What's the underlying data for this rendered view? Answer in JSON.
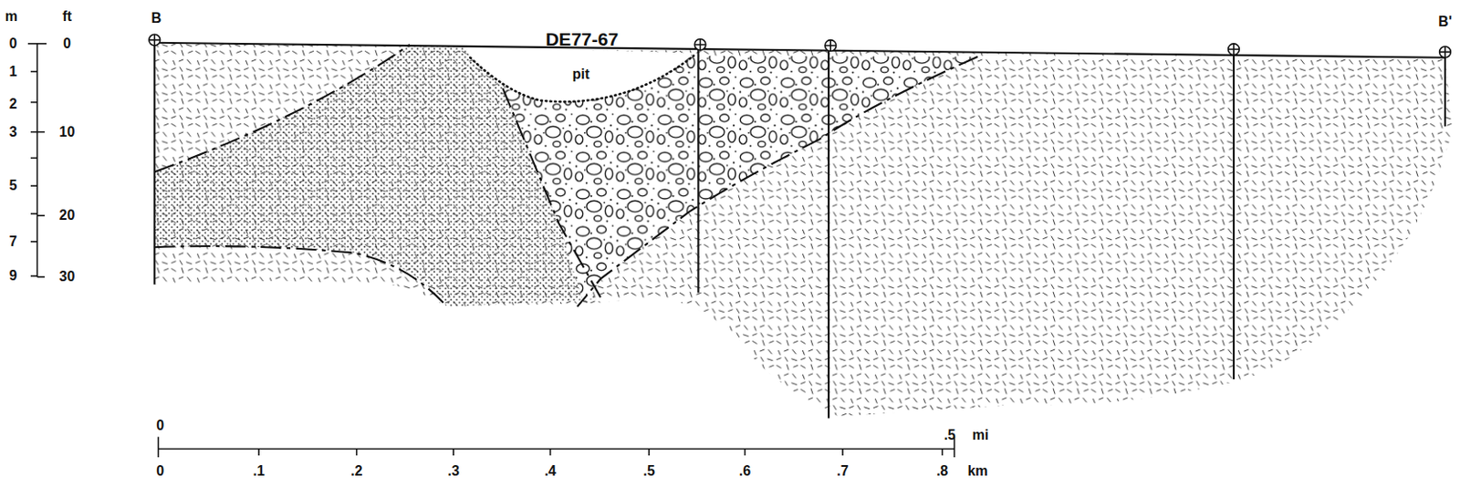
{
  "diagram": {
    "labels": [
      "m",
      "ft",
      "0",
      "1",
      "2",
      "3",
      "5",
      "7",
      "9",
      "0",
      "10",
      "20",
      "30",
      "B",
      "B'",
      "DE77-67",
      "pit",
      "0",
      ".5",
      "mi",
      "0",
      ".1",
      ".2",
      ".3",
      ".4",
      ".5",
      ".6",
      ".7",
      ".8",
      "km"
    ]
  }
}
